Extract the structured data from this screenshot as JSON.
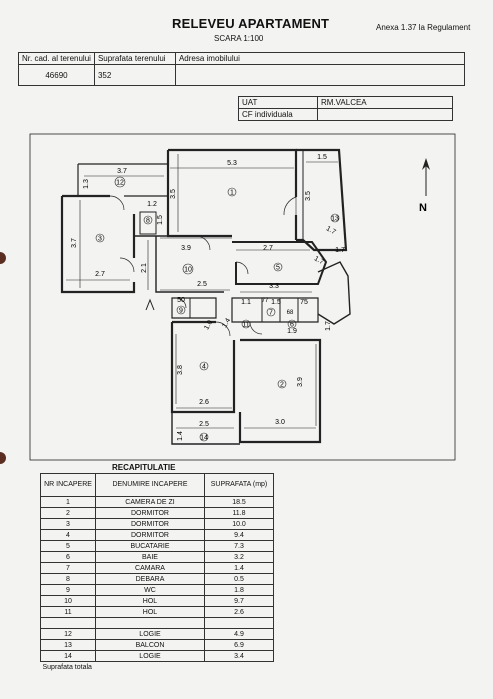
{
  "header": {
    "title": "RELEVEU APARTAMENT",
    "scale": "SCARA 1:100",
    "annex": "Anexa 1.37 la Regulament"
  },
  "info_table": {
    "headers": [
      "Nr. cad. al terenului",
      "Suprafata terenului",
      "Adresa imobilului"
    ],
    "values": [
      "46690",
      "352",
      ""
    ]
  },
  "uat_table": {
    "uat_label": "UAT",
    "uat_value": "RM.VALCEA",
    "cf_label": "CF individuala",
    "cf_value": ""
  },
  "north": {
    "label": "N"
  },
  "plan_labels": {
    "rooms": [
      "1",
      "2",
      "3",
      "4",
      "5",
      "6",
      "7",
      "8",
      "9",
      "10",
      "11",
      "12",
      "13",
      "14"
    ],
    "dimensions": {
      "d_5_3": "5.3",
      "d_1_5": "1.5",
      "d_3_7_top": "3.7",
      "d_1_3": "1.3",
      "d_3_5": "3.5",
      "d_3_5b": "3.5",
      "d_1_2": "1.2",
      "d_1_5b": "1.5",
      "d_3_7_left": "3.7",
      "d_2_7": "2.7",
      "d_3_9": "3.9",
      "d_2_7b": "2.7",
      "d_2_1": "2.1",
      "d_2_5": "2.5",
      "d_3_3": "3.3",
      "d_1_7a": "1.7",
      "d_1_7b": "1.7",
      "d_1_7c": "1.7",
      "d_50": "50",
      "d_1_1": "1.1",
      "d_1_5c": "1.5",
      "d_77": "77",
      "d_75": "75",
      "d_68": "68",
      "d_1_4": "1.4",
      "d_1_0": "1.0",
      "d_1_9": "1.9",
      "d_3_8": "3.8",
      "d_3_9b": "3.9",
      "d_2_6": "2.6",
      "d_3_0": "3.0",
      "d_2_5b": "2.5",
      "d_1_4b": "1.4",
      "d_1_7d": "1.7"
    }
  },
  "recap": {
    "title": "RECAPITULATIE",
    "headers": [
      "NR INCAPERE",
      "DENUMIRE INCAPERE",
      "SUPRAFATA (mp)"
    ],
    "rows": [
      {
        "nr": "1",
        "name": "CAMERA DE ZI",
        "area": "18.5"
      },
      {
        "nr": "2",
        "name": "DORMITOR",
        "area": "11.8"
      },
      {
        "nr": "3",
        "name": "DORMITOR",
        "area": "10.0"
      },
      {
        "nr": "4",
        "name": "DORMITOR",
        "area": "9.4"
      },
      {
        "nr": "5",
        "name": "BUCATARIE",
        "area": "7.3"
      },
      {
        "nr": "6",
        "name": "BAIE",
        "area": "3.2"
      },
      {
        "nr": "7",
        "name": "CAMARA",
        "area": "1.4"
      },
      {
        "nr": "8",
        "name": "DEBARA",
        "area": "0.5"
      },
      {
        "nr": "9",
        "name": "WC",
        "area": "1.8"
      },
      {
        "nr": "10",
        "name": "HOL",
        "area": "9.7"
      },
      {
        "nr": "11",
        "name": "HOL",
        "area": "2.6"
      },
      {
        "nr": "12",
        "name": "LOGIE",
        "area": "4.9"
      },
      {
        "nr": "13",
        "name": "BALCON",
        "area": "6.9"
      },
      {
        "nr": "14",
        "name": "LOGIE",
        "area": "3.4"
      }
    ],
    "total_label": "Suprafata totala"
  }
}
